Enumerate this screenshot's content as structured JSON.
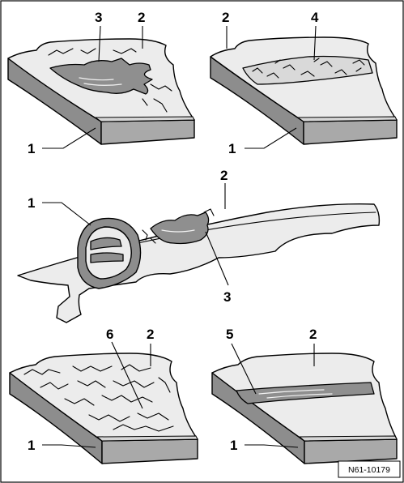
{
  "labels": {
    "p1_1": "1",
    "p1_2": "2",
    "p1_3": "3",
    "p2_1": "1",
    "p2_2": "2",
    "p2_4": "4",
    "p3_1": "1",
    "p3_2": "2",
    "p3_3": "3",
    "p4_1": "1",
    "p4_2": "2",
    "p4_6": "6",
    "p5_1": "1",
    "p5_2": "2",
    "p5_5": "5"
  },
  "figure_ref": "N61-10179"
}
